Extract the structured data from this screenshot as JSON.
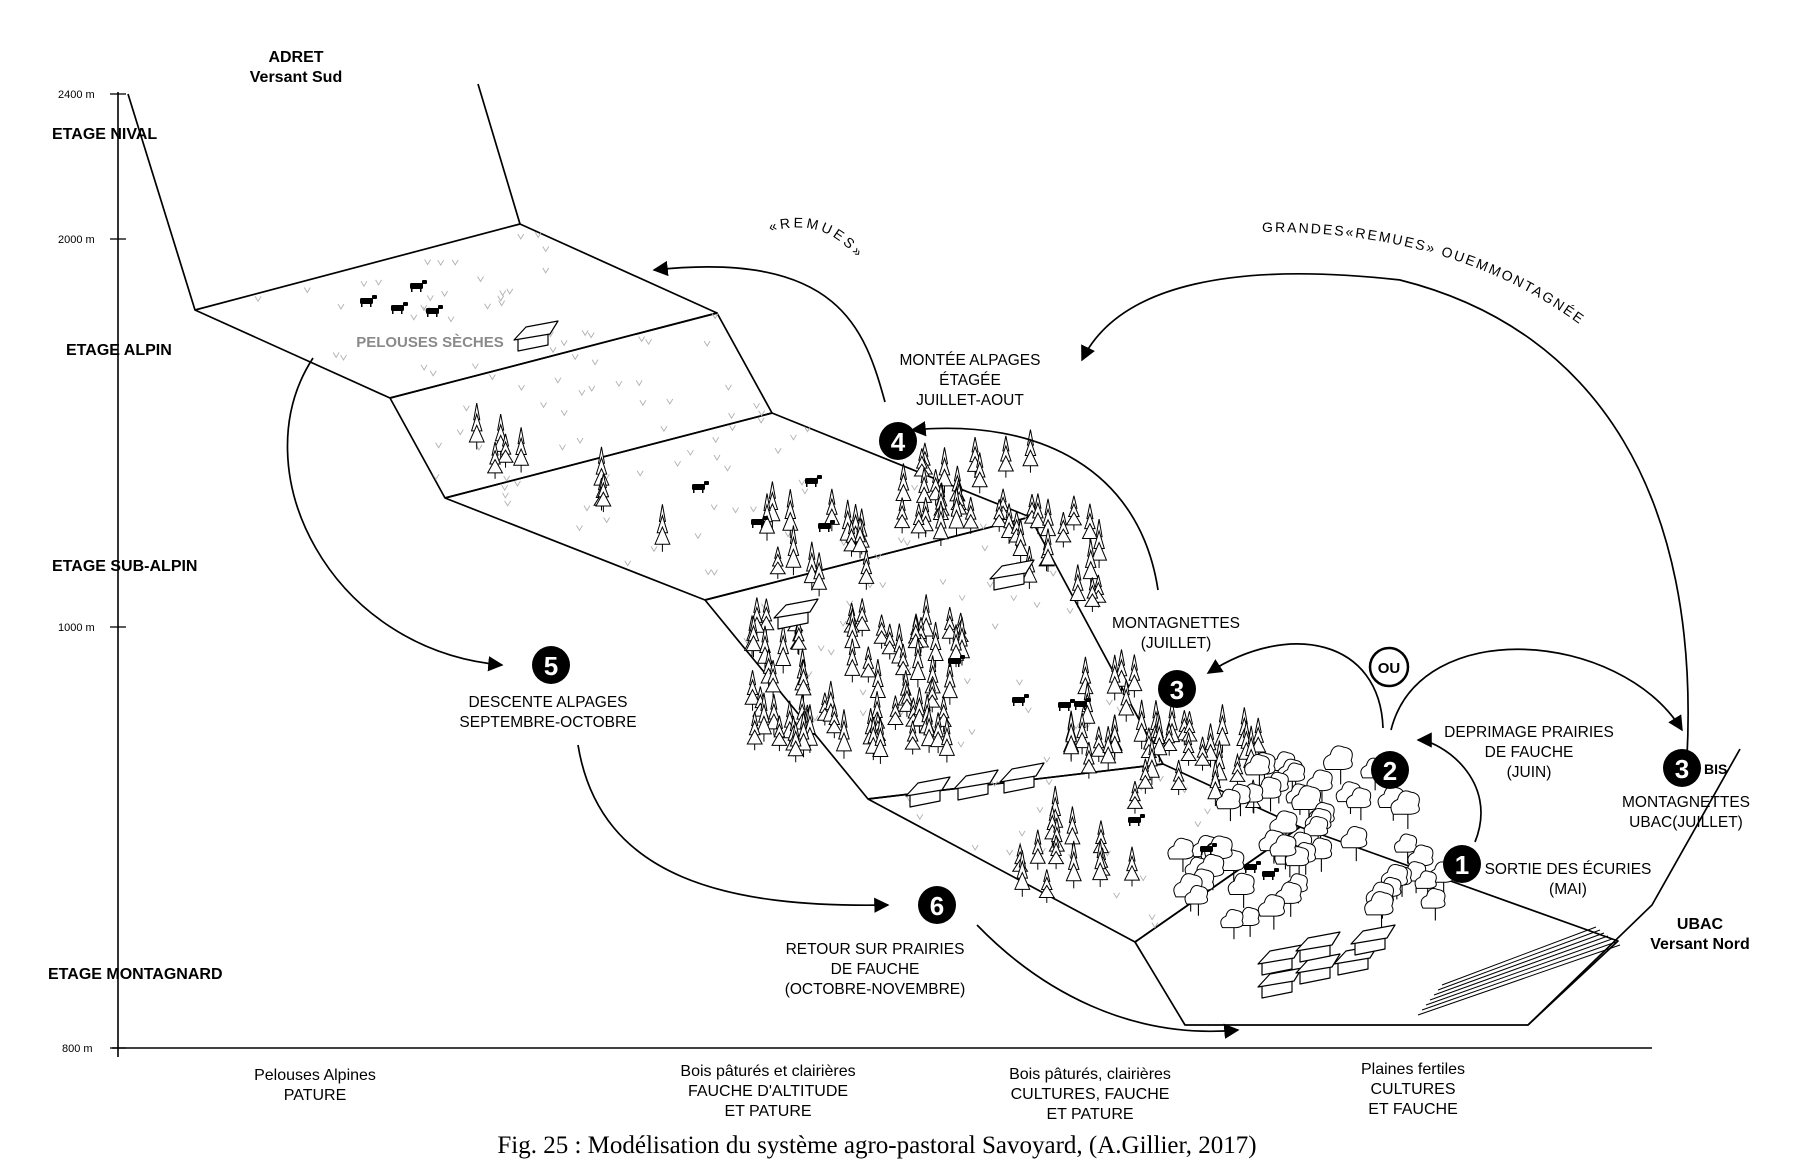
{
  "sides": {
    "adret_title": "ADRET",
    "adret_sub": "Versant Sud",
    "ubac_title": "UBAC",
    "ubac_sub": "Versant Nord"
  },
  "altitudes": [
    "2400 m",
    "2000 m",
    "1000 m",
    "800 m"
  ],
  "etages": [
    "ETAGE NIVAL",
    "ETAGE ALPIN",
    "ETAGE SUB-ALPIN",
    "ETAGE MONTAGNARD"
  ],
  "plateau_label": "PELOUSES SÈCHES",
  "curved_labels": {
    "remues": "«REMUES»",
    "grandes_remues": "GRANDES«REMUES» OUEMMONTAGNÉE"
  },
  "ou_label": "OU",
  "steps": [
    {
      "num": "1",
      "lines": [
        "SORTIE DES ÉCURIES",
        "(MAI)"
      ]
    },
    {
      "num": "2",
      "lines": [
        "DEPRIMAGE PRAIRIES",
        "DE FAUCHE",
        "(JUIN)"
      ]
    },
    {
      "num": "3",
      "lines": [
        "MONTAGNETTES",
        "(JUILLET)"
      ]
    },
    {
      "num": "3",
      "suffix": "BIS",
      "lines": [
        "MONTAGNETTES",
        "UBAC(JUILLET)"
      ]
    },
    {
      "num": "4",
      "lines": [
        "MONTÉE ALPAGES",
        "ÉTAGÉE",
        "JUILLET-AOUT"
      ]
    },
    {
      "num": "5",
      "lines": [
        "DESCENTE ALPAGES",
        "SEPTEMBRE-OCTOBRE"
      ]
    },
    {
      "num": "6",
      "lines": [
        "RETOUR SUR PRAIRIES",
        "DE FAUCHE",
        "(OCTOBRE-NOVEMBRE)"
      ]
    }
  ],
  "bottom_labels": [
    [
      "Pelouses Alpines",
      "PATURE"
    ],
    [
      "Bois pâturés et clairières",
      "FAUCHE D'ALTITUDE",
      "ET PATURE"
    ],
    [
      "Bois pâturés, clairières",
      "CULTURES, FAUCHE",
      "ET PATURE"
    ],
    [
      "Plaines fertiles",
      "CULTURES",
      "ET FAUCHE"
    ]
  ],
  "caption": "Fig. 25 : Modélisation du système agro-pastoral Savoyard, (A.Gillier, 2017)"
}
